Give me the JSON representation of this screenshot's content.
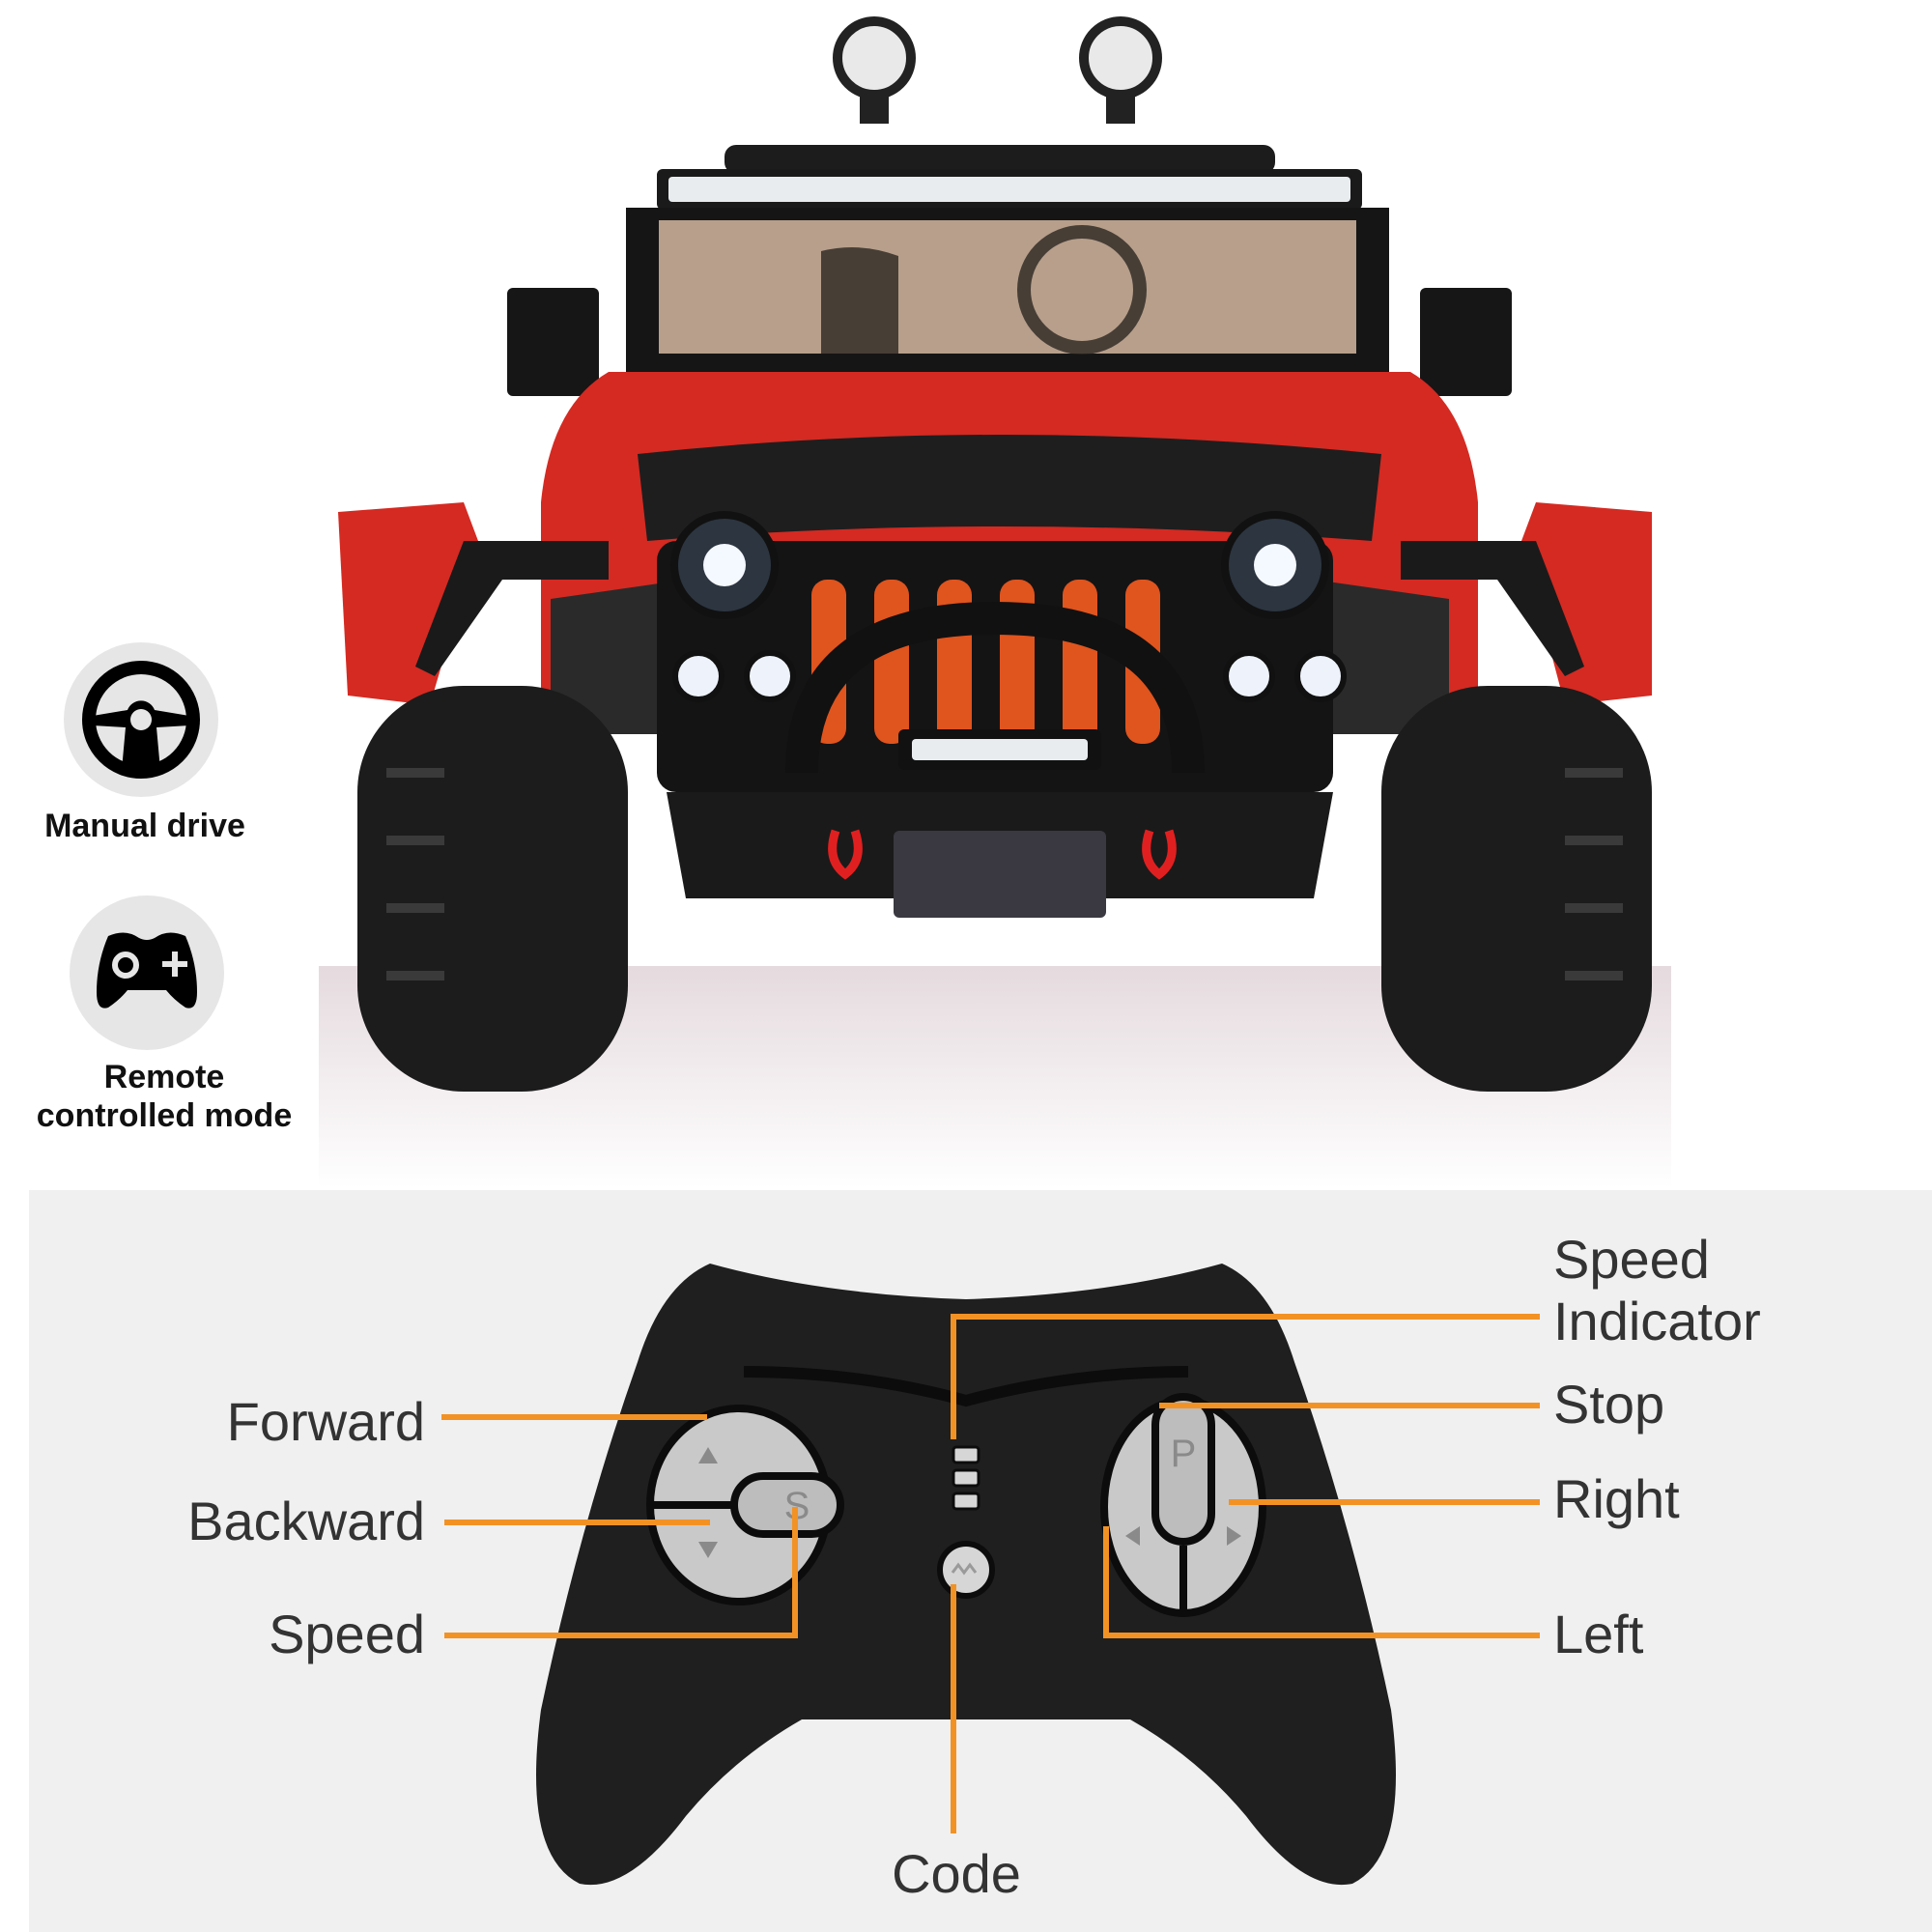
{
  "modes": [
    {
      "label": "Manual drive",
      "icon": "steering-wheel-icon"
    },
    {
      "label_line1": "Remote",
      "label_line2": "controlled mode",
      "icon": "gamepad-icon"
    }
  ],
  "product": {
    "name": "red ride-on jeep",
    "body_color": "#d42a22"
  },
  "remote": {
    "callouts_left": [
      {
        "label": "Forward"
      },
      {
        "label": "Backward"
      },
      {
        "label": "Speed"
      }
    ],
    "callouts_right": [
      {
        "label_line1": "Speed",
        "label_line2": "Indicator"
      },
      {
        "label": "Stop"
      },
      {
        "label": "Right"
      },
      {
        "label": "Left"
      }
    ],
    "callout_bottom": {
      "label": "Code"
    },
    "button_glyphs": {
      "speed": "S",
      "park": "P",
      "up": "▲",
      "down": "▼",
      "left": "◀",
      "right": "▶"
    }
  },
  "colors": {
    "leader": "#f39224",
    "panel": "#f0f0f0",
    "text": "#333333",
    "badge": "#e6e6e6"
  }
}
